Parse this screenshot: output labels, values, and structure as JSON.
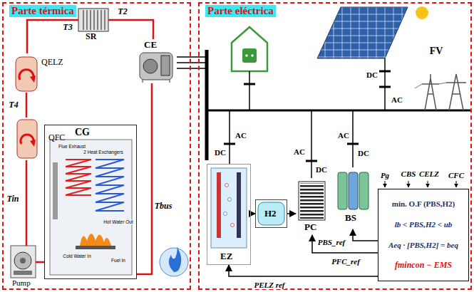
{
  "diagram": {
    "nodes": [
      {
        "text": [
          "Parte térmica"
        ]
      },
      {
        "text": [
          "SR"
        ],
        "in": 0
      },
      {
        "text": [
          "CE"
        ],
        "in": 0
      },
      {
        "text": [
          "QELZ"
        ],
        "in": 0
      },
      {
        "text": [
          "QFC"
        ],
        "in": 0
      },
      {
        "text": [
          "CG"
        ],
        "in": 0
      },
      {
        "text": [
          "Pump"
        ],
        "in": 0
      },
      {
        "text": [
          "Parte eléctrica"
        ]
      },
      {
        "text": [
          "EZ"
        ],
        "in": 7
      },
      {
        "text": [
          "H2"
        ],
        "in": 7
      },
      {
        "text": [
          "PC"
        ],
        "in": 7
      },
      {
        "text": [
          "BS"
        ],
        "in": 7
      },
      {
        "text": [
          "min. O.F (PBS,H2)",
          "lb < PBS,H2 < ub",
          "Aeq · [PBS,H2] = beq",
          "fmincon − EMS"
        ],
        "in": 7
      }
    ],
    "edges": [
      {
        "from": 5,
        "to": 2,
        "arrow": "none",
        "label": "Tbus"
      },
      {
        "from": 2,
        "to": 1,
        "arrow": "none",
        "label": "T2"
      },
      {
        "from": 1,
        "to": 3,
        "arrow": "none",
        "label": "T3"
      },
      {
        "from": 3,
        "to": 4,
        "arrow": "none",
        "label": "T4"
      },
      {
        "from": 4,
        "to": 6,
        "arrow": "none",
        "label": "Tin"
      },
      {
        "from": 6,
        "to": 5,
        "arrow": "none"
      },
      {
        "from": 8,
        "to": 9,
        "arrow": "to"
      },
      {
        "from": 9,
        "to": 10,
        "arrow": "to"
      },
      {
        "from": 12,
        "to": 8,
        "arrow": "to",
        "label": "PELZ ref"
      },
      {
        "from": 12,
        "to": 10,
        "arrow": "to",
        "label": "PFC_ref"
      },
      {
        "from": 12,
        "to": 11,
        "arrow": "to",
        "label": "PBS_ref"
      }
    ],
    "labels": [
      "FV",
      "DC",
      "AC",
      "AC",
      "AC",
      "AC",
      "DC",
      "DC",
      "DC",
      "Pg",
      "CBS",
      "CELZ",
      "CFC",
      "Flue Exhaust",
      "2 Heat Exchangers",
      "Hot Water Out",
      "Cold Water In",
      "Fuel In"
    ]
  }
}
